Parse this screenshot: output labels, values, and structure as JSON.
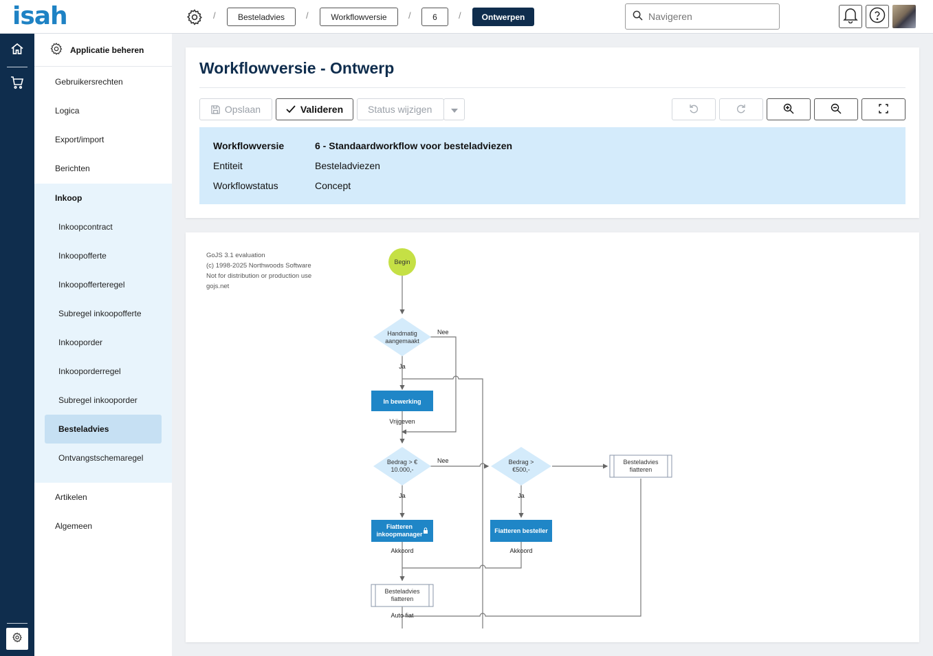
{
  "header": {
    "logo": "isah",
    "breadcrumbs": [
      "Besteladvies",
      "Workflowversie",
      "6",
      "Ontwerpen"
    ],
    "separator": "/",
    "search": {
      "placeholder": "Navigeren",
      "value": ""
    }
  },
  "sidebar": {
    "header": "Applicatie beheren",
    "items_top": [
      "Gebruikersrechten",
      "Logica",
      "Export/import",
      "Berichten"
    ],
    "group": {
      "title": "Inkoop",
      "items": [
        "Inkoopcontract",
        "Inkoopofferte",
        "Inkoopofferteregel",
        "Subregel inkoopofferte",
        "Inkooporder",
        "Inkooporderregel",
        "Subregel inkooporder",
        "Besteladvies",
        "Ontvangstschemaregel"
      ],
      "active": "Besteladvies"
    },
    "items_bottom": [
      "Artikelen",
      "Algemeen"
    ]
  },
  "page": {
    "title": "Workflowversie - Ontwerp",
    "toolbar": {
      "save": "Opslaan",
      "validate": "Valideren",
      "status": "Status wijzigen"
    },
    "info": [
      {
        "label": "Workflowversie",
        "value": "6 - Standaardworkflow voor besteladviezen"
      },
      {
        "label": "Entiteit",
        "value": "Besteladviezen"
      },
      {
        "label": "Workflowstatus",
        "value": "Concept"
      }
    ]
  },
  "diagram": {
    "watermark": [
      "GoJS 3.1 evaluation",
      "(c) 1998-2025 Northwoods Software",
      "Not for distribution or production use",
      "gojs.net"
    ],
    "nodes": {
      "begin": "Begin",
      "d1": [
        "Handmatig",
        "aangemaakt"
      ],
      "in_bewerking": "In bewerking",
      "d2": [
        "Bedrag > €",
        "10.000,-"
      ],
      "d3": [
        "Bedrag >",
        "€500,-"
      ],
      "fiat_right": [
        "Besteladvies",
        "fiatteren"
      ],
      "fiat_manager": [
        "Fiatteren",
        "inkoopmanager"
      ],
      "fiat_besteller": "Fiatteren besteller",
      "fiat_bottom": [
        "Besteladvies",
        "fiatteren"
      ]
    },
    "labels": {
      "nee1": "Nee",
      "ja1": "Ja",
      "vrijgeven": "Vrijgeven",
      "nee2": "Nee",
      "ja2": "Ja",
      "ja3": "Ja",
      "akkoord1": "Akkoord",
      "akkoord2": "Akkoord",
      "autofiat": "Auto fiat"
    },
    "colors": {
      "begin": "#c5e045",
      "diamond": "#d4ebfb",
      "task": "#1f86c7",
      "line": "#666666"
    }
  },
  "colors": {
    "brand": "#1e82c4",
    "navy": "#0f2d4d",
    "info_bg": "#d4ebfb",
    "sidebar_group_bg": "#e8f4fc"
  }
}
